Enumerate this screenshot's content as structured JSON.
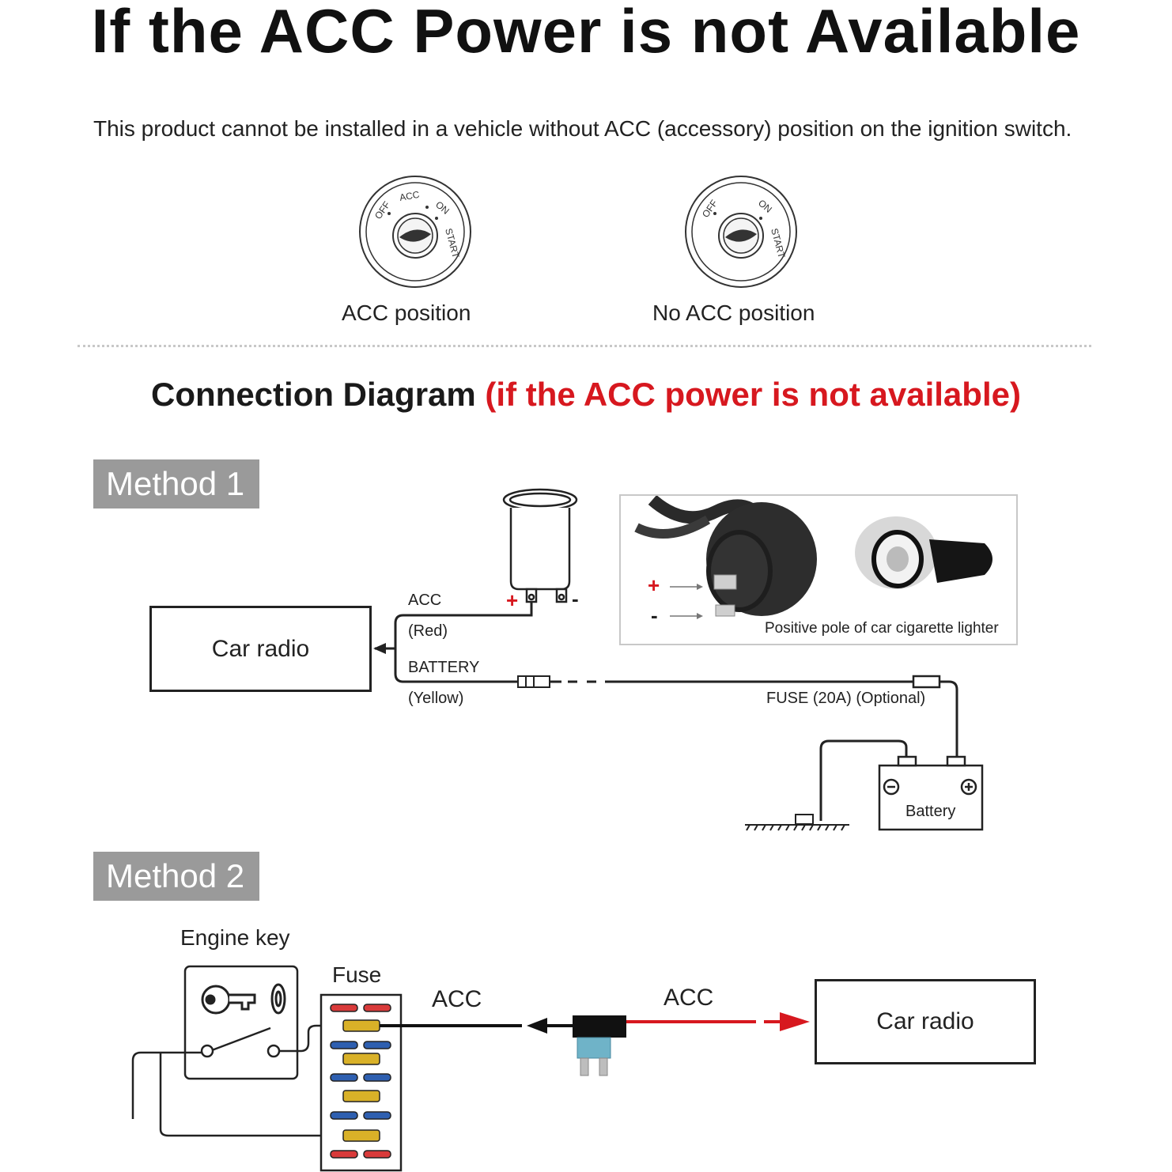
{
  "header": {
    "title": "If the ACC Power is not Available",
    "intro": "This product cannot be installed in a vehicle without ACC (accessory) position on the ignition switch."
  },
  "ignition": {
    "acc_caption": "ACC position",
    "no_acc_caption": "No ACC position",
    "dial_labels": {
      "off": "OFF",
      "acc": "ACC",
      "on": "ON",
      "start": "START"
    }
  },
  "section": {
    "title_main": "Connection Diagram",
    "title_note": "(if the ACC power is not available)"
  },
  "method1": {
    "badge": "Method 1",
    "car_radio": "Car radio",
    "acc_label": "ACC",
    "red_label": "(Red)",
    "battery_label": "BATTERY",
    "yellow_label": "(Yellow)",
    "fuse_label": "FUSE (20A) (Optional)",
    "battery_box": "Battery",
    "photo_caption": "Positive pole of car cigarette lighter",
    "plus": "+",
    "minus": "-"
  },
  "method2": {
    "badge": "Method 2",
    "engine_key": "Engine key",
    "fuse": "Fuse",
    "acc_left": "ACC",
    "acc_right": "ACC",
    "car_radio": "Car radio"
  },
  "colors": {
    "accent_red": "#d7181f",
    "badge_gray": "#9a9a9a",
    "fuse_red": "#d93a3a",
    "fuse_blue": "#2e5fb0",
    "fuse_yellow": "#d9b128",
    "fuse_tap_blue": "#6fb3c8"
  }
}
